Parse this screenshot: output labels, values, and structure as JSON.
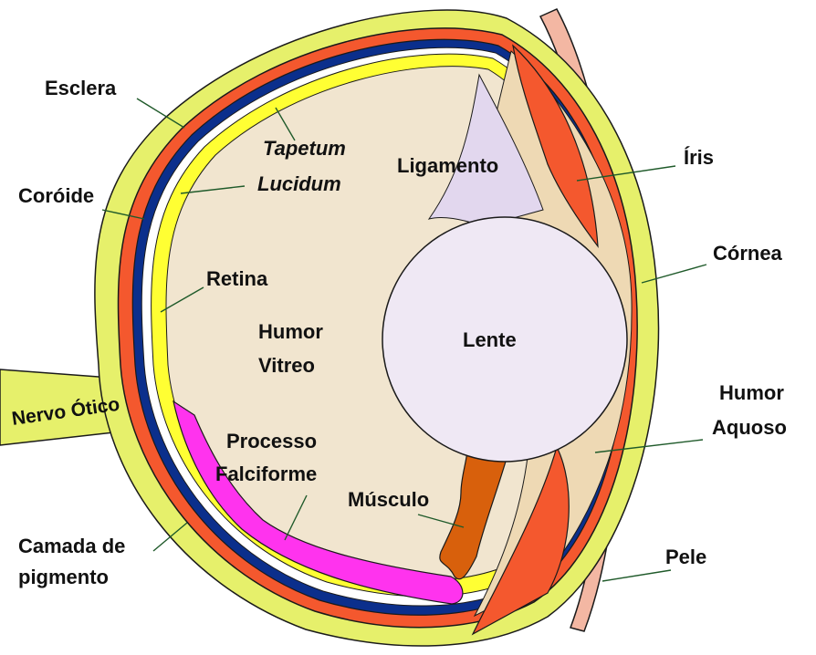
{
  "labels": {
    "esclera": "Esclera",
    "tapetum_line1": "Tapetum",
    "tapetum_line2": "Lucidum",
    "coroide": "Coróide",
    "ligamento": "Ligamento",
    "iris": "Íris",
    "cornea": "Córnea",
    "retina": "Retina",
    "humor_vitreo_line1": "Humor",
    "humor_vitreo_line2": "Vitreo",
    "lente": "Lente",
    "nervo_otico": "Nervo Ótico",
    "humor_aquoso_line1": "Humor",
    "humor_aquoso_line2": "Aquoso",
    "processo_line1": "Processo",
    "processo_line2": "Falciforme",
    "musculo": "Músculo",
    "camada_line1": "Camada de",
    "camada_line2": "pigmento",
    "pele": "Pele"
  },
  "colors": {
    "sclera": "#e6f06b",
    "choroid": "#f4582e",
    "pigment_layer": "#0b2f8c",
    "tapetum": "#ffff33",
    "vitreous": "#f1e5cf",
    "ligament": "#e2d7ee",
    "lens": "#efe8f4",
    "iris": "#f4582e",
    "aqueous": "#eed9b4",
    "skin": "#f3b7a3",
    "falciform": "#ff33ee",
    "muscle": "#d8600c",
    "optic_nerve": "#e6f06b",
    "leader": "#1f5a2a"
  }
}
